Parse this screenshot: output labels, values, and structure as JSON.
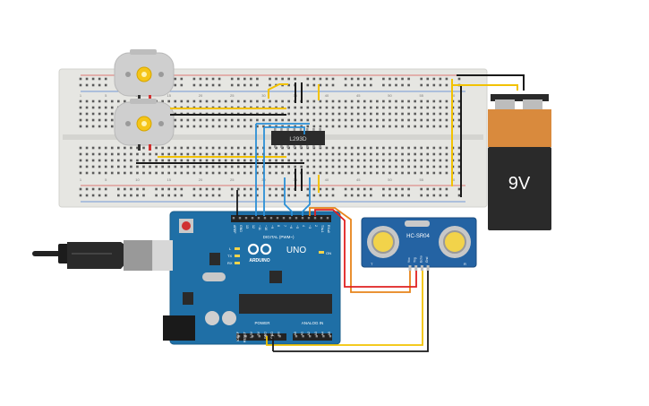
{
  "breadboard": {
    "top_numbers": [
      "1",
      "5",
      "10",
      "15",
      "20",
      "25",
      "30",
      "35",
      "40",
      "45",
      "50",
      "55",
      "60"
    ],
    "bottom_numbers": [
      "1",
      "5",
      "10",
      "15",
      "20",
      "25",
      "30",
      "35",
      "40",
      "45",
      "50",
      "55",
      "60"
    ]
  },
  "ic": {
    "label": "L293D"
  },
  "battery": {
    "label": "9V"
  },
  "arduino": {
    "brand": "ARDUINO",
    "model": "UNO",
    "on_label": "ON",
    "digital_header": "DIGITAL (PWM~)",
    "power_header": "POWER",
    "analog_header": "ANALOG IN",
    "l_label": "L",
    "tx_label": "TX",
    "rx_label": "RX",
    "digital_pins": [
      "AREF",
      "GND",
      "13",
      "12",
      "~11",
      "~10",
      "~9",
      "8",
      "7",
      "~6",
      "~5",
      "4",
      "~3",
      "2",
      "TX▸1",
      "RX◂0"
    ],
    "power_pins": [
      "IOREF",
      "RESET",
      "3.3V",
      "5V",
      "GND",
      "GND",
      "Vin"
    ],
    "analog_pins": [
      "A0",
      "A1",
      "A2",
      "A3",
      "A4",
      "A5"
    ]
  },
  "sensor": {
    "label": "HC-SR04",
    "pins": [
      "Vcc",
      "Trig",
      "Echo",
      "Gnd"
    ],
    "t_label": "T",
    "r_label": "R"
  },
  "colors": {
    "wire_yellow": "#f2c200",
    "wire_black": "#1a1a1a",
    "wire_blue": "#2b8fd6",
    "wire_red": "#e02020",
    "wire_orange": "#e8841a",
    "arduino_blue": "#1f6fa6",
    "sensor_blue": "#2463a3",
    "battery_orange": "#d98a3d"
  }
}
